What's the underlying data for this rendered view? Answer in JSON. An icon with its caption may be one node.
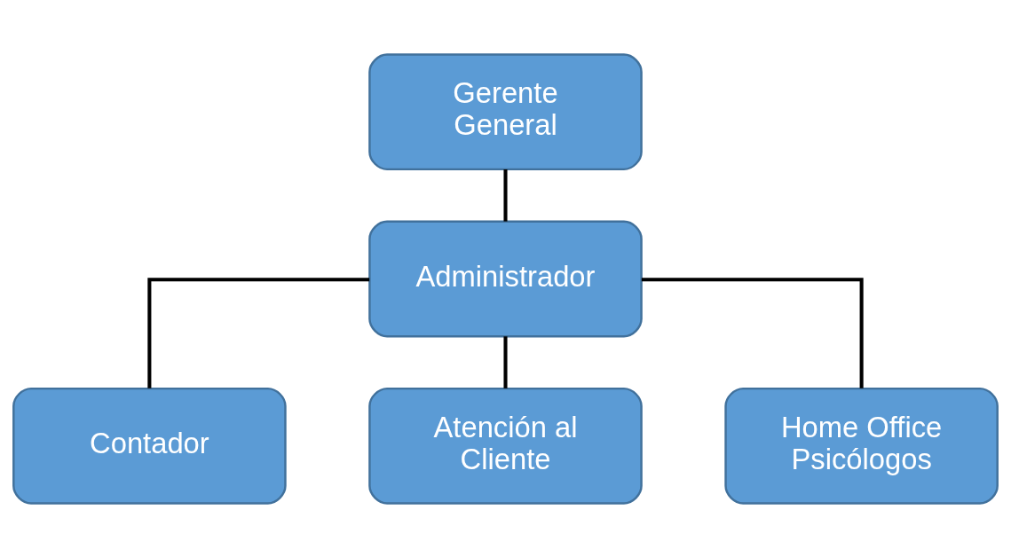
{
  "diagram": {
    "nodes": [
      {
        "text": [
          "Gerente General"
        ]
      },
      {
        "text": [
          "Administrador"
        ]
      },
      {
        "text": [
          "Contador"
        ]
      },
      {
        "text": [
          "Atención al Cliente"
        ]
      },
      {
        "text": [
          "Home Office Psicólogos"
        ]
      }
    ],
    "edges": [
      {
        "from": 0,
        "to": 1,
        "arrow": "none"
      },
      {
        "from": 1,
        "to": 2,
        "arrow": "none"
      },
      {
        "from": 1,
        "to": 3,
        "arrow": "none"
      },
      {
        "from": 1,
        "to": 4,
        "arrow": "none"
      }
    ]
  }
}
